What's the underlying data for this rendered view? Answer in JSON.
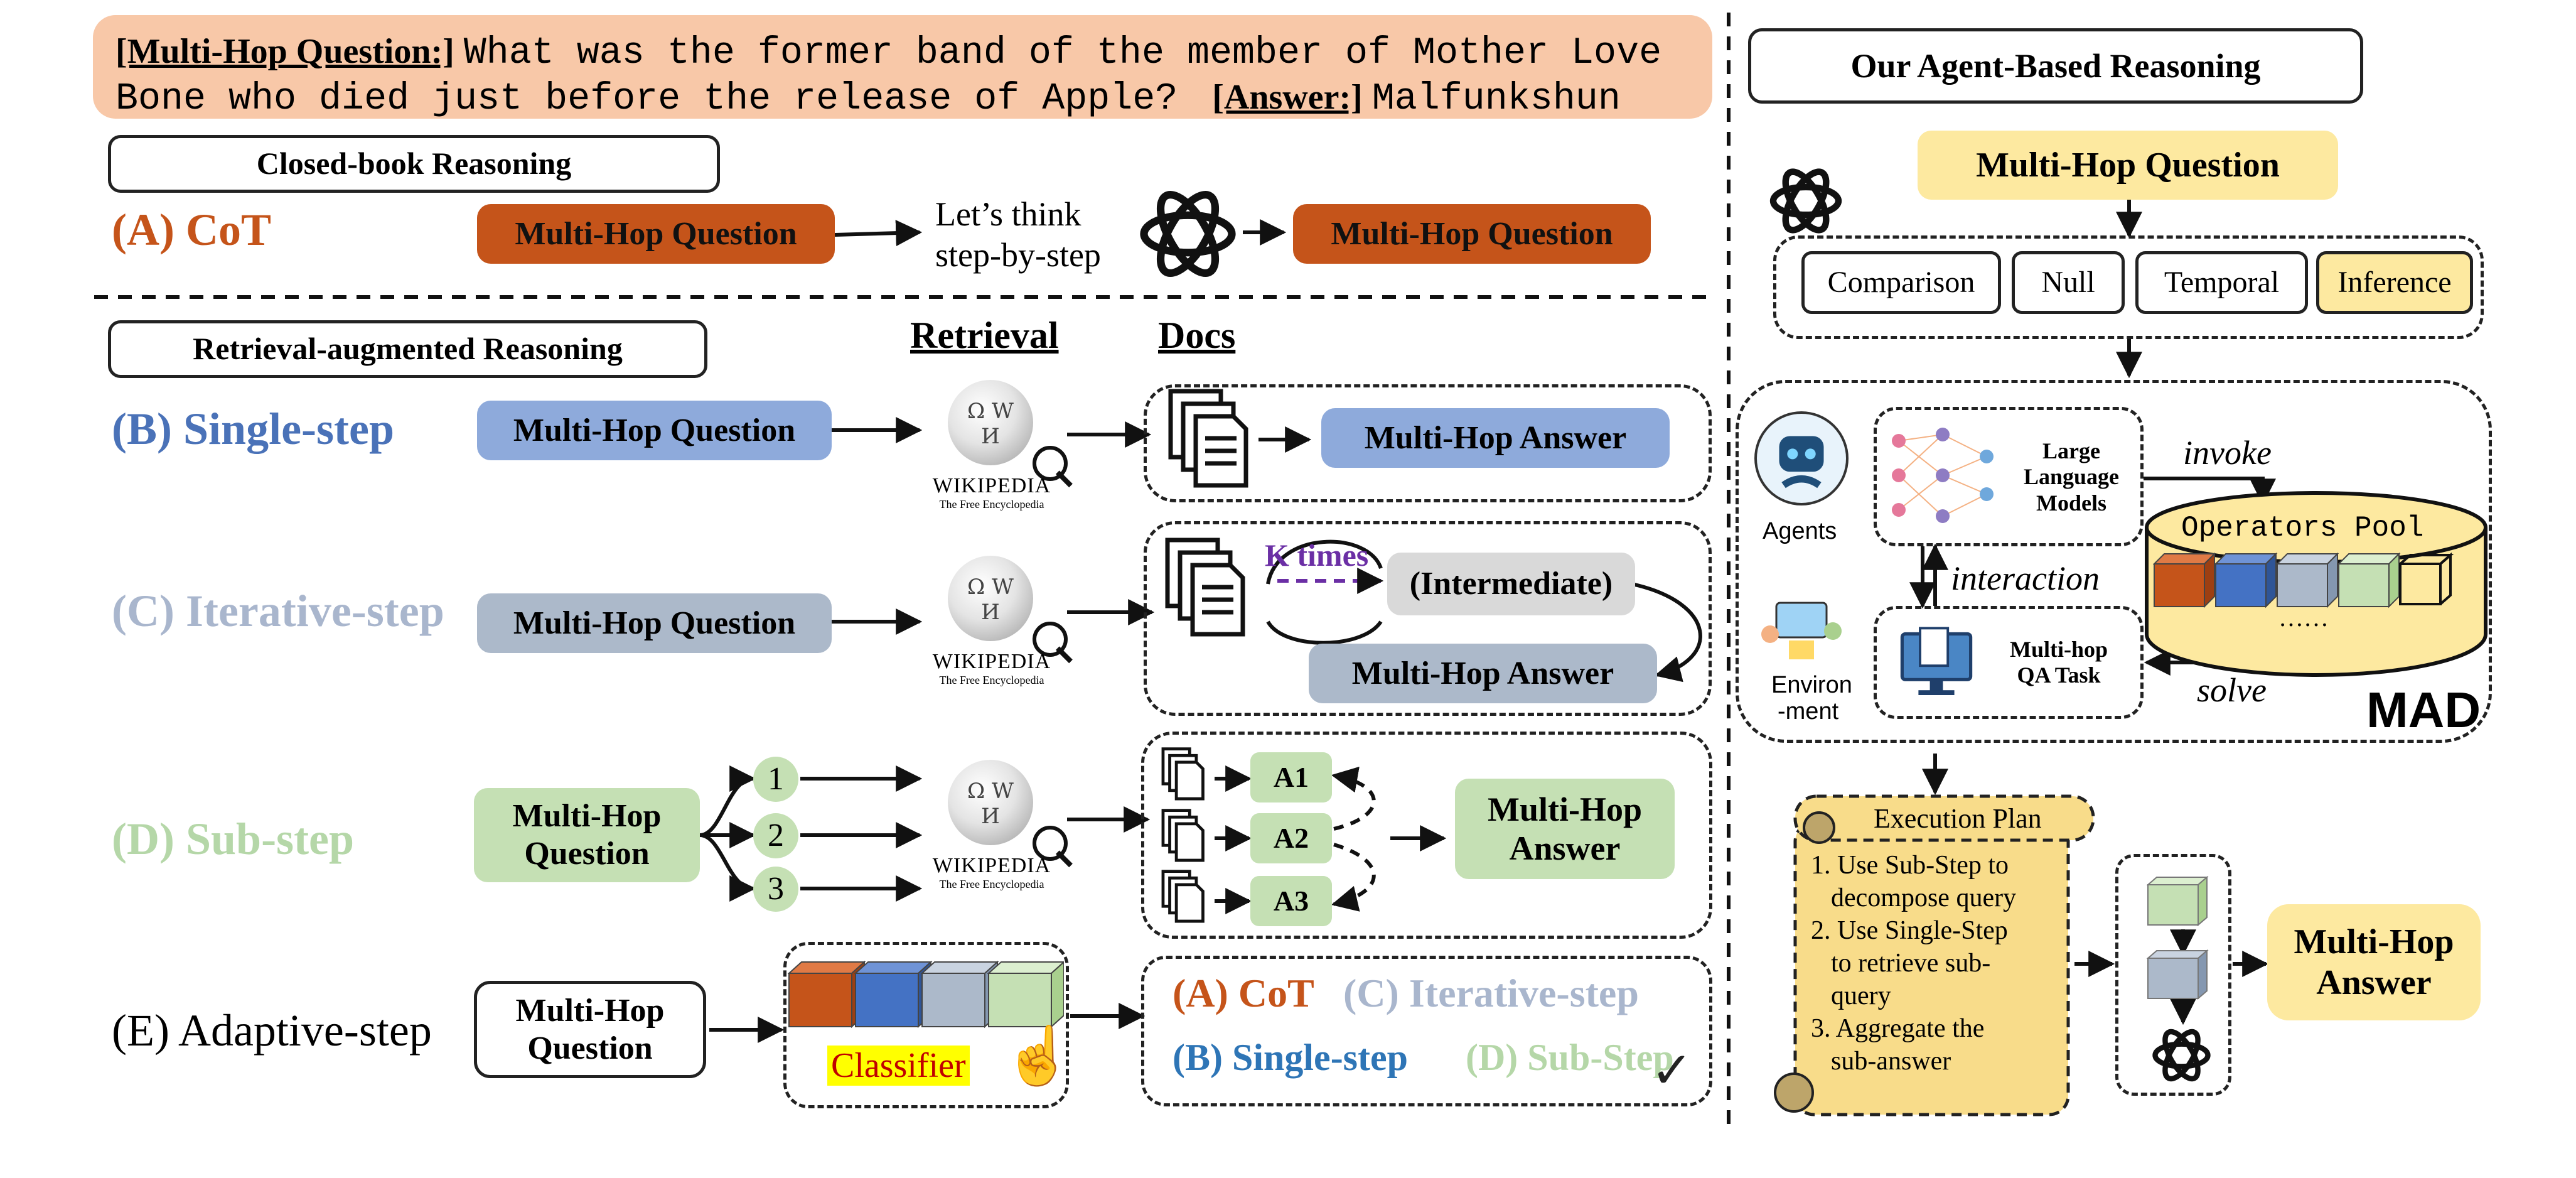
{
  "question_banner": {
    "q_label": "[Multi-Hop Question:]",
    "q_text_1": "What was the former band of the member of Mother Love",
    "q_text_2": "Bone who died just before the release of Apple?",
    "a_label": "[Answer:]",
    "a_text": "Malfunkshun",
    "color": "#f8c8a8"
  },
  "closed_book": {
    "header": "Closed-book Reasoning",
    "label": "(A) CoT",
    "question_box": "Multi-Hop Question",
    "think_text_1": "Let’s think",
    "think_text_2": "step-by-step",
    "output_box": "Multi-Hop Question",
    "color": "#c5541a"
  },
  "rag": {
    "header": "Retrieval-augmented Reasoning",
    "col_retrieval": "Retrieval",
    "col_docs": "Docs",
    "wiki_name": "WIKIPEDIA",
    "wiki_sub": "The Free Encyclopedia",
    "single": {
      "label": "(B) Single-step",
      "question": "Multi-Hop Question",
      "answer": "Multi-Hop Answer",
      "color": "#4a72b8",
      "fill": "#8eaadb"
    },
    "iterative": {
      "label": "(C) Iterative-step",
      "question": "Multi-Hop Question",
      "k_times": "K times",
      "intermediate": "(Intermediate)",
      "answer": "Multi-Hop Answer",
      "color": "#a9b6cd",
      "fill": "#acb9ca"
    },
    "sub": {
      "label": "(D) Sub-step",
      "question_1": "Multi-Hop",
      "question_2": "Question",
      "steps": [
        "1",
        "2",
        "3"
      ],
      "answers": [
        "A1",
        "A2",
        "A3"
      ],
      "answer_1": "Multi-Hop",
      "answer_2": "Answer",
      "color": "#b5d7a8",
      "fill": "#c5e0b4"
    },
    "adaptive": {
      "label": "(E) Adaptive-step",
      "question_1": "Multi-Hop",
      "question_2": "Question",
      "classifier": "Classifier",
      "choices": [
        "(A) CoT",
        "(C) Iterative-step",
        "(B) Single-step",
        "(D) Sub-Step"
      ],
      "check": "✓"
    }
  },
  "agent": {
    "header": "Our Agent-Based Reasoning",
    "question": "Multi-Hop Question",
    "types": [
      "Comparison",
      "Null",
      "Temporal",
      "Inference"
    ],
    "agents_label": "Agents",
    "env_label_1": "Environ",
    "env_label_2": "-ment",
    "llm_1": "Large",
    "llm_2": "Language",
    "llm_3": "Models",
    "invoke": "invoke",
    "interaction": "interaction",
    "solve": "solve",
    "pool_title": "Operators Pool",
    "pool_dots": "……",
    "task_1": "Multi-hop",
    "task_2": "QA Task",
    "mad": "MAD",
    "plan_title": "Execution Plan",
    "plan_lines": [
      "1. Use Sub-Step to",
      "decompose query",
      "2. Use Single-Step",
      "to retrieve  sub-",
      "query",
      "3. Aggregate the",
      "sub-answer"
    ],
    "final_1": "Multi-Hop",
    "final_2": "Answer",
    "yellow": "#fde9a0"
  }
}
